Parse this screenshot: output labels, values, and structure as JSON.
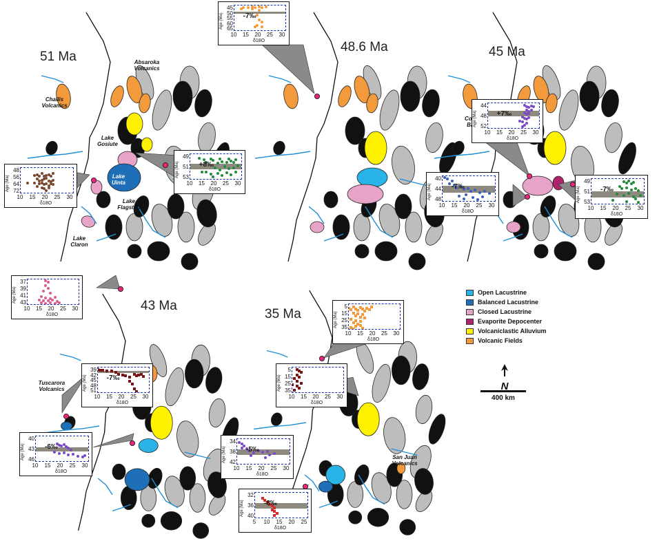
{
  "panels": [
    {
      "age": "51 Ma"
    },
    {
      "age": "48.6 Ma"
    },
    {
      "age": "45 Ma"
    },
    {
      "age": "43 Ma"
    },
    {
      "age": "35 Ma"
    }
  ],
  "place_names": {
    "absaroka": "Absaroka Volcanics",
    "challis": "Challis Volcanics",
    "gosiute": "Lake Gosiute",
    "uinta": "Lake Uinta",
    "flagstaff": "Lake Flagstaff",
    "claron": "Lake Claron",
    "copper": "Copper Basin",
    "tuscarora": "Tuscarora Volcanics",
    "sanjuan": "San Juan Volcanics"
  },
  "legend": [
    {
      "label": "Open Lacustrine",
      "color": "#29b3e6"
    },
    {
      "label": "Balanced Lacustrine",
      "color": "#1f6fb8"
    },
    {
      "label": "Closed Lacustrine",
      "color": "#e8a3c9"
    },
    {
      "label": "Evaporite Depocenter",
      "color": "#b0246d"
    },
    {
      "label": "Volcaniclastic Alluvium",
      "color": "#fff200"
    },
    {
      "label": "Volcanic Fields",
      "color": "#f39a3d"
    }
  ],
  "north_label": "N",
  "scale_label": "400 km",
  "colors": {
    "uplift": "#bdbdbd",
    "basin_fill": "#111111",
    "river": "#1f8fd6",
    "site_marker": "#e6287a",
    "inset_band": "#8f8a80"
  },
  "insets": {
    "axis_x_label": "δ18O",
    "axis_y_label": "Age (Ma)",
    "a": {
      "y_ticks": [
        "45",
        "50",
        "55",
        "60",
        "65"
      ],
      "x_ticks": [
        "10",
        "15",
        "20",
        "25",
        "30"
      ],
      "shift": "-7‰",
      "series_color": "#f39a3d",
      "points": [
        [
          14,
          46
        ],
        [
          16,
          46
        ],
        [
          18,
          45
        ],
        [
          19,
          46
        ],
        [
          21,
          45
        ],
        [
          22,
          46
        ],
        [
          24,
          45
        ],
        [
          13,
          47
        ],
        [
          18,
          47
        ],
        [
          21,
          48
        ],
        [
          20,
          52
        ],
        [
          21,
          56
        ],
        [
          22,
          58
        ],
        [
          20,
          61
        ],
        [
          19,
          62
        ],
        [
          22,
          62
        ]
      ]
    },
    "b": {
      "y_ticks": [
        "48",
        "56",
        "64",
        "72"
      ],
      "x_ticks": [
        "10",
        "15",
        "20",
        "25",
        "30"
      ],
      "shift": "",
      "series_color": "#7a4a2e",
      "points": [
        [
          16,
          54
        ],
        [
          17,
          53
        ],
        [
          18,
          55
        ],
        [
          19,
          52
        ],
        [
          20,
          55
        ],
        [
          21,
          54
        ],
        [
          22,
          53
        ],
        [
          23,
          55
        ],
        [
          24,
          52
        ],
        [
          17,
          58
        ],
        [
          18,
          60
        ],
        [
          19,
          59
        ],
        [
          20,
          58
        ],
        [
          21,
          57
        ],
        [
          22,
          60
        ],
        [
          23,
          61
        ],
        [
          24,
          59
        ],
        [
          16,
          62
        ],
        [
          18,
          63
        ],
        [
          19,
          62
        ],
        [
          20,
          64
        ],
        [
          21,
          63
        ],
        [
          22,
          65
        ],
        [
          23,
          63
        ],
        [
          17,
          66
        ],
        [
          19,
          67
        ],
        [
          20,
          68
        ],
        [
          22,
          67
        ],
        [
          21,
          70
        ],
        [
          13,
          62
        ],
        [
          24,
          64
        ]
      ]
    },
    "c": {
      "y_ticks": [
        "49",
        "51",
        "53"
      ],
      "x_ticks": [
        "10",
        "15",
        "20",
        "25",
        "30"
      ],
      "shift": "+8‰",
      "series_color": "#1e8c3a",
      "points": [
        [
          14,
          49.5
        ],
        [
          16,
          49.8
        ],
        [
          17,
          50.2
        ],
        [
          19,
          49.6
        ],
        [
          20,
          49.9
        ],
        [
          22,
          50.4
        ],
        [
          23,
          49.7
        ],
        [
          24,
          50.1
        ],
        [
          26,
          50.2
        ],
        [
          27,
          49.6
        ],
        [
          28,
          50.0
        ],
        [
          29,
          50.3
        ],
        [
          30,
          49.8
        ],
        [
          21,
          51.2
        ],
        [
          23,
          51.6
        ],
        [
          25,
          51.0
        ],
        [
          27,
          51.4
        ],
        [
          29,
          51.2
        ],
        [
          31,
          50.8
        ],
        [
          17,
          52.0
        ],
        [
          19,
          52.3
        ],
        [
          22,
          52.2
        ],
        [
          24,
          52.6
        ],
        [
          26,
          52.1
        ],
        [
          28,
          52.4
        ],
        [
          30,
          52.0
        ],
        [
          20,
          52.8
        ],
        [
          15,
          51.9
        ]
      ]
    },
    "d": {
      "y_ticks": [
        "44",
        "48",
        "52"
      ],
      "x_ticks": [
        "10",
        "15",
        "20",
        "25",
        "30"
      ],
      "shift": "+7‰",
      "series_color": "#7b48c8",
      "points": [
        [
          26,
          44.2
        ],
        [
          27,
          44.6
        ],
        [
          28,
          45.0
        ],
        [
          29,
          44.4
        ],
        [
          30,
          44.8
        ],
        [
          27,
          45.8
        ],
        [
          28,
          46.3
        ],
        [
          29,
          45.9
        ],
        [
          26,
          46.8
        ],
        [
          27,
          47.3
        ],
        [
          28,
          47.0
        ],
        [
          25,
          48.2
        ],
        [
          26,
          48.7
        ],
        [
          27,
          49.0
        ],
        [
          28,
          48.5
        ],
        [
          24,
          49.6
        ],
        [
          25,
          50.0
        ],
        [
          27,
          50.4
        ],
        [
          26,
          51.0
        ],
        [
          25,
          51.5
        ]
      ]
    },
    "e": {
      "y_ticks": [
        "40",
        "44",
        "48"
      ],
      "x_ticks": [
        "10",
        "15",
        "20",
        "25",
        "30"
      ],
      "shift": "-7‰",
      "series_color": "#3a5fc0",
      "points": [
        [
          11,
          40.4
        ],
        [
          12,
          40.9
        ],
        [
          14,
          41.5
        ],
        [
          13,
          42.4
        ],
        [
          15,
          42.8
        ],
        [
          16,
          43.5
        ],
        [
          18,
          43.2
        ],
        [
          19,
          44.1
        ],
        [
          21,
          43.8
        ],
        [
          22,
          44.6
        ],
        [
          24,
          44.2
        ],
        [
          26,
          45.0
        ],
        [
          28,
          44.6
        ],
        [
          30,
          45.3
        ],
        [
          20,
          45.6
        ],
        [
          17,
          46.2
        ],
        [
          23,
          46.5
        ],
        [
          25,
          47.2
        ],
        [
          19,
          47.0
        ],
        [
          27,
          46.3
        ]
      ]
    },
    "f": {
      "y_ticks": [
        "49",
        "51",
        "53"
      ],
      "x_ticks": [
        "10",
        "15",
        "20",
        "25",
        "30"
      ],
      "shift": "-7‰",
      "series_color": "#1e8c3a",
      "points": [
        [
          24,
          49.4
        ],
        [
          25,
          49.7
        ],
        [
          26,
          49.3
        ],
        [
          27,
          49.8
        ],
        [
          28,
          49.5
        ],
        [
          22,
          50.2
        ],
        [
          23,
          50.6
        ],
        [
          25,
          50.4
        ],
        [
          27,
          50.8
        ],
        [
          29,
          50.5
        ],
        [
          30,
          50.9
        ],
        [
          21,
          51.4
        ],
        [
          24,
          51.6
        ],
        [
          26,
          51.3
        ],
        [
          28,
          51.9
        ],
        [
          31,
          51.6
        ],
        [
          19,
          52.4
        ],
        [
          25,
          52.6
        ],
        [
          29,
          52.2
        ],
        [
          30,
          52.8
        ]
      ]
    },
    "g": {
      "y_ticks": [
        "37",
        "39",
        "41",
        "43"
      ],
      "x_ticks": [
        "10",
        "15",
        "20",
        "25",
        "30"
      ],
      "shift": "",
      "series_color": "#d95d92",
      "points": [
        [
          18,
          37.3
        ],
        [
          19,
          37.8
        ],
        [
          18,
          38.6
        ],
        [
          19,
          39.4
        ],
        [
          17,
          40.2
        ],
        [
          20,
          40.6
        ],
        [
          16,
          41.6
        ],
        [
          18,
          41.9
        ],
        [
          20,
          42.1
        ],
        [
          22,
          41.8
        ],
        [
          15,
          42.5
        ],
        [
          17,
          42.7
        ],
        [
          19,
          42.8
        ],
        [
          21,
          42.6
        ],
        [
          23,
          42.9
        ],
        [
          16,
          43.3
        ],
        [
          18,
          43.4
        ],
        [
          20,
          43.2
        ],
        [
          22,
          43.5
        ],
        [
          24,
          43.2
        ]
      ]
    },
    "h": {
      "y_ticks": [
        "39",
        "42",
        "45",
        "48",
        "51"
      ],
      "x_ticks": [
        "10",
        "15",
        "20",
        "25",
        "30"
      ],
      "shift": "-7‰",
      "series_color": "#7a1515",
      "points": [
        [
          10,
          39.2
        ],
        [
          11,
          39.6
        ],
        [
          12,
          39.4
        ],
        [
          14,
          39.8
        ],
        [
          16,
          40.0
        ],
        [
          18,
          40.4
        ],
        [
          19,
          41.6
        ],
        [
          21,
          42.0
        ],
        [
          22,
          42.6
        ],
        [
          24,
          43.0
        ],
        [
          26,
          41.5
        ],
        [
          27,
          42.4
        ],
        [
          28,
          42.0
        ],
        [
          29,
          41.8
        ],
        [
          30,
          42.8
        ],
        [
          24,
          45.2
        ],
        [
          25,
          47.0
        ],
        [
          26,
          49.3
        ],
        [
          27,
          51.0
        ]
      ]
    },
    "i": {
      "y_ticks": [
        "40",
        "43",
        "46"
      ],
      "x_ticks": [
        "10",
        "15",
        "20",
        "25",
        "30"
      ],
      "shift": "-6‰",
      "series_color": "#7b48c8",
      "points": [
        [
          19,
          42.0
        ],
        [
          20,
          42.4
        ],
        [
          21,
          42.6
        ],
        [
          22,
          42.2
        ],
        [
          23,
          42.8
        ],
        [
          24,
          43.2
        ],
        [
          25,
          43.6
        ],
        [
          18,
          44.2
        ],
        [
          20,
          44.6
        ],
        [
          22,
          44.4
        ],
        [
          24,
          45.0
        ],
        [
          26,
          44.8
        ],
        [
          28,
          45.3
        ],
        [
          30,
          45.6
        ],
        [
          31,
          45.2
        ]
      ]
    },
    "j": {
      "y_ticks": [
        "5",
        "15",
        "25",
        "35"
      ],
      "x_ticks": [
        "10",
        "15",
        "20",
        "25",
        "30"
      ],
      "shift": "",
      "series_color": "#f39a3d",
      "points": [
        [
          10,
          8
        ],
        [
          11,
          10
        ],
        [
          12,
          6
        ],
        [
          13,
          9
        ],
        [
          14,
          11
        ],
        [
          15,
          7
        ],
        [
          16,
          9
        ],
        [
          17,
          12
        ],
        [
          18,
          8
        ],
        [
          19,
          10
        ],
        [
          20,
          6
        ],
        [
          12,
          15
        ],
        [
          14,
          16
        ],
        [
          16,
          17
        ],
        [
          13,
          19
        ],
        [
          15,
          21
        ],
        [
          11,
          24
        ],
        [
          13,
          26
        ],
        [
          15,
          27
        ],
        [
          17,
          22
        ],
        [
          12,
          29
        ],
        [
          14,
          31
        ],
        [
          13,
          34
        ],
        [
          11,
          36
        ],
        [
          15,
          33
        ],
        [
          16,
          37
        ],
        [
          12,
          38
        ]
      ]
    },
    "k": {
      "y_ticks": [
        "5",
        "15",
        "25",
        "35"
      ],
      "x_ticks": [
        "10",
        "15",
        "20",
        "25",
        "30"
      ],
      "shift": "",
      "series_color": "#7a1515",
      "points": [
        [
          12,
          5
        ],
        [
          13,
          7
        ],
        [
          14,
          9
        ],
        [
          12,
          13
        ],
        [
          13,
          16
        ],
        [
          11,
          18
        ],
        [
          12,
          22
        ],
        [
          14,
          25
        ],
        [
          12,
          29
        ],
        [
          13,
          32
        ],
        [
          11,
          35
        ],
        [
          10,
          27
        ]
      ]
    },
    "l": {
      "y_ticks": [
        "34",
        "38",
        "42"
      ],
      "x_ticks": [
        "10",
        "15",
        "20",
        "25",
        "30"
      ],
      "shift": "-5‰",
      "series_color": "#7b48c8",
      "points": [
        [
          11,
          34.3
        ],
        [
          12,
          34.8
        ],
        [
          13,
          35.5
        ],
        [
          12,
          36.4
        ],
        [
          14,
          36.8
        ],
        [
          15,
          37.5
        ],
        [
          17,
          38.2
        ],
        [
          19,
          37.6
        ],
        [
          21,
          38.0
        ],
        [
          23,
          37.8
        ],
        [
          16,
          39.4
        ],
        [
          24,
          39.0
        ],
        [
          26,
          38.6
        ],
        [
          22,
          40.2
        ]
      ]
    },
    "m": {
      "y_ticks": [
        "32",
        "36",
        "40"
      ],
      "x_ticks": [
        "5",
        "10",
        "15",
        "20",
        "25"
      ],
      "shift": "-8‰",
      "series_color": "#d62a2a",
      "points": [
        [
          8,
          33.2
        ],
        [
          9,
          34.0
        ],
        [
          10,
          34.6
        ],
        [
          11,
          35.4
        ],
        [
          12,
          36.0
        ],
        [
          13,
          36.8
        ],
        [
          12,
          37.6
        ],
        [
          13,
          38.2
        ],
        [
          14,
          38.8
        ],
        [
          13,
          39.6
        ]
      ]
    }
  }
}
